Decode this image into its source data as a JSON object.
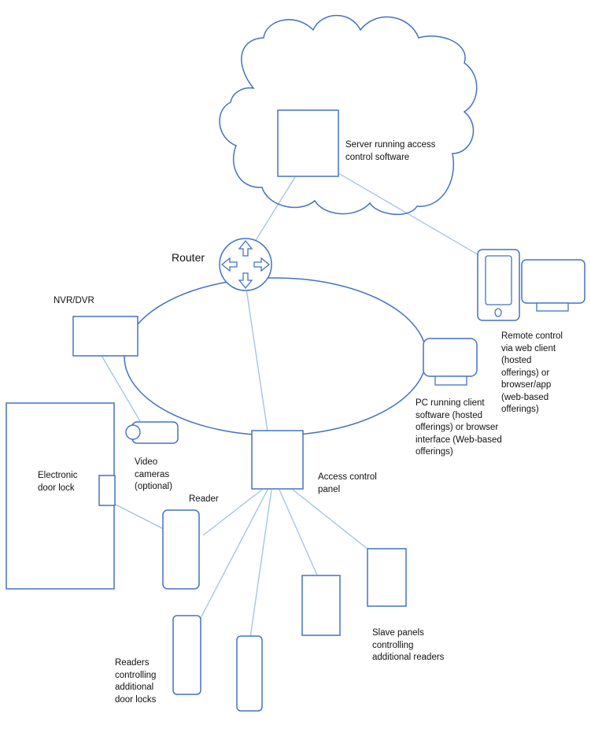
{
  "colors": {
    "shape_stroke": "#4472c4",
    "link_stroke": "#9dc3e6",
    "text": "#111111"
  },
  "labels": {
    "server": "Server running access\ncontrol software",
    "router": "Router",
    "nvr": "NVR/DVR",
    "remote": "Remote control\nvia web client\n(hosted\nofferings) or\nbrowser/app\n(web-based\nofferings)",
    "pc": "PC running client\nsoftware (hosted\nofferings) or browser\ninterface (Web-based\nofferings)",
    "electronic_lock": "Electronic\ndoor lock",
    "video_cameras": "Video\ncameras\n(optional)",
    "reader": "Reader",
    "access_panel": "Access control\npanel",
    "slave_panels": "Slave panels\ncontrolling\nadditional readers",
    "readers_additional": "Readers\ncontrolling\nadditional\ndoor locks"
  },
  "icons": {
    "router": "router-arrows-icon",
    "phone": "smartphone-icon",
    "monitor": "monitor-icon",
    "pc": "pc-monitor-icon",
    "camera": "video-camera-icon"
  }
}
